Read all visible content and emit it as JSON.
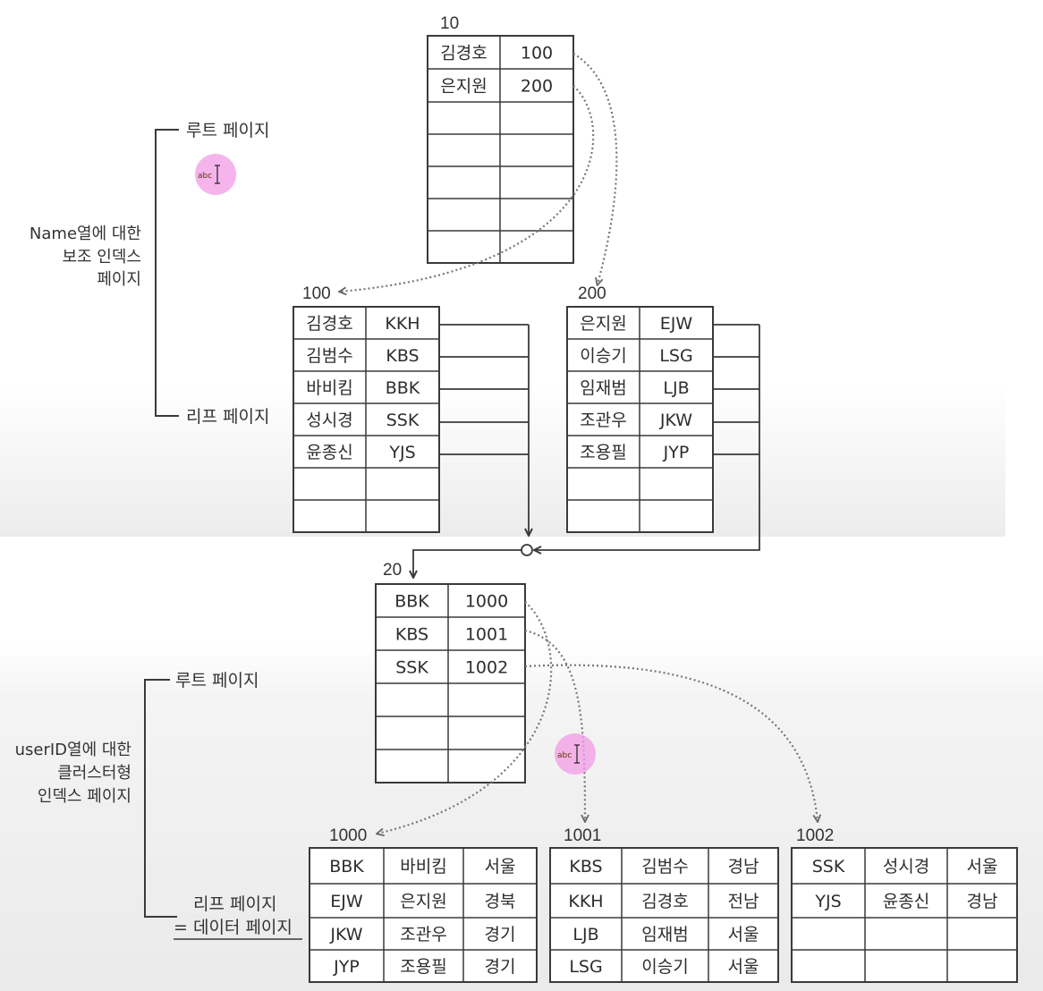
{
  "upper": {
    "label_root": "루트 페이지",
    "label_leaf": "리프 페이지",
    "side_label": [
      "Name열에 대한",
      "보조 인덱스",
      "페이지"
    ],
    "root_page": {
      "number": "10",
      "rows": [
        [
          "김경호",
          "100"
        ],
        [
          "은지원",
          "200"
        ],
        [
          "",
          ""
        ],
        [
          "",
          ""
        ],
        [
          "",
          ""
        ],
        [
          "",
          ""
        ],
        [
          "",
          ""
        ]
      ]
    },
    "leaf_pages": [
      {
        "number": "100",
        "rows": [
          [
            "김경호",
            "KKH"
          ],
          [
            "김범수",
            "KBS"
          ],
          [
            "바비킴",
            "BBK"
          ],
          [
            "성시경",
            "SSK"
          ],
          [
            "윤종신",
            "YJS"
          ],
          [
            "",
            ""
          ],
          [
            "",
            ""
          ]
        ]
      },
      {
        "number": "200",
        "rows": [
          [
            "은지원",
            "EJW"
          ],
          [
            "이승기",
            "LSG"
          ],
          [
            "임재범",
            "LJB"
          ],
          [
            "조관우",
            "JKW"
          ],
          [
            "조용필",
            "JYP"
          ],
          [
            "",
            ""
          ],
          [
            "",
            ""
          ]
        ]
      }
    ]
  },
  "lower": {
    "label_root": "루트 페이지",
    "label_leaf": "리프 페이지",
    "label_data": "= 데이터 페이지",
    "side_label": [
      "userID열에 대한",
      "클러스터형",
      "인덱스 페이지"
    ],
    "root_page": {
      "number": "20",
      "rows": [
        [
          "BBK",
          "1000"
        ],
        [
          "KBS",
          "1001"
        ],
        [
          "SSK",
          "1002"
        ],
        [
          "",
          ""
        ],
        [
          "",
          ""
        ],
        [
          "",
          ""
        ]
      ]
    },
    "data_pages": [
      {
        "number": "1000",
        "rows": [
          [
            "BBK",
            "바비킴",
            "서울"
          ],
          [
            "EJW",
            "은지원",
            "경북"
          ],
          [
            "JKW",
            "조관우",
            "경기"
          ],
          [
            "JYP",
            "조용필",
            "경기"
          ]
        ]
      },
      {
        "number": "1001",
        "rows": [
          [
            "KBS",
            "김범수",
            "경남"
          ],
          [
            "KKH",
            "김경호",
            "전남"
          ],
          [
            "LJB",
            "임재범",
            "서울"
          ],
          [
            "LSG",
            "이승기",
            "서울"
          ]
        ]
      },
      {
        "number": "1002",
        "rows": [
          [
            "SSK",
            "성시경",
            "서울"
          ],
          [
            "YJS",
            "윤종신",
            "경남"
          ],
          [
            "",
            "",
            ""
          ],
          [
            "",
            "",
            ""
          ]
        ]
      }
    ]
  },
  "cursor_text": "abc",
  "colors": {
    "line": "#3a3a3a",
    "dotted": "#777777",
    "highlight": "#f39be6"
  }
}
